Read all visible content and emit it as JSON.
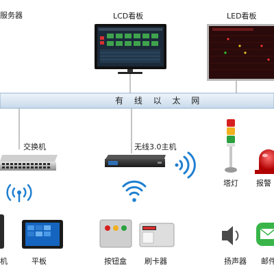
{
  "labels": {
    "server": "服务器",
    "lcd": "LCD看板",
    "led": "LED看板",
    "bus": "有 线 以 太 网",
    "switch": "交换机",
    "wireless_host": "无线3.0主机",
    "tower_light": "塔灯",
    "alarm": "报警",
    "tablet": "平板",
    "button_box": "按钮盒",
    "card_reader": "刷卡器",
    "speaker": "扬声器",
    "mail": "邮件",
    "left_cut": "机"
  },
  "colors": {
    "bus_fill": "#dbe7f3",
    "bus_stroke": "#8fb0d0",
    "wifi": "#1e7fd0",
    "lcd_screen": "#1b2a3a",
    "led_screen": "#2a0a0a",
    "tower_red": "#d62020",
    "tower_amber": "#f0b020",
    "tower_green": "#2aa040",
    "mail_green": "#39b54a"
  },
  "icons": [
    "server-icon",
    "lcd-monitor-icon",
    "led-board-icon",
    "network-switch-icon",
    "wireless-host-icon",
    "wifi-icon",
    "tower-light-icon",
    "alarm-light-icon",
    "phone-icon",
    "tablet-icon",
    "button-box-icon",
    "card-reader-icon",
    "speaker-icon",
    "mail-icon"
  ]
}
